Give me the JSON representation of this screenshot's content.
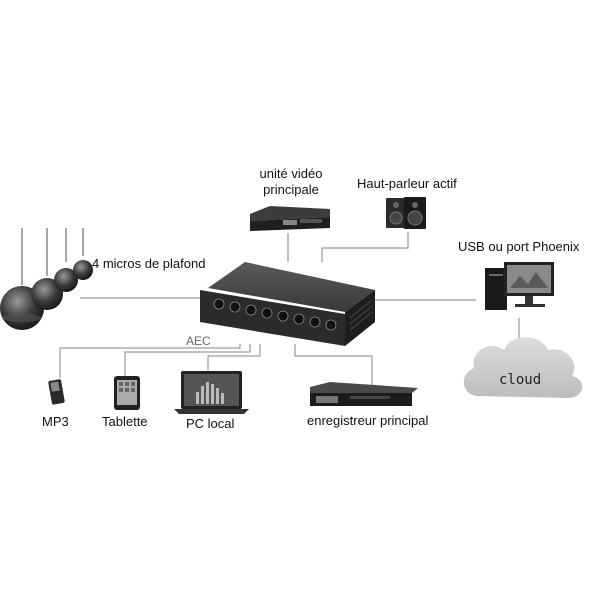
{
  "labels": {
    "video_unit": "unité vidéo\nprincipale",
    "active_speaker": "Haut-parleur actif",
    "ceiling_mics": "4 micros de plafond",
    "usb_phoenix": "USB ou port Phoenix",
    "aec": "AEC",
    "cloud": "cloud",
    "mp3": "MP3",
    "tablet": "Tablette",
    "pc_local": "PC local",
    "main_recorder": "enregistreur principal"
  },
  "colors": {
    "device": "#2b2b2b",
    "device_dark": "#151515",
    "line": "#9a9a9a",
    "cloud_fill": "#c9c9c9"
  }
}
